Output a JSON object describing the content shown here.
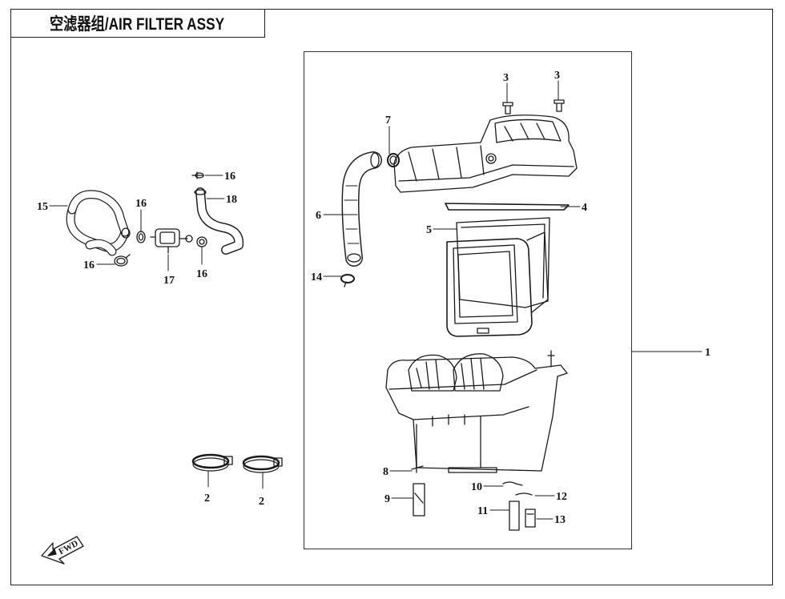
{
  "title": "空滤器组/AIR FILTER ASSY",
  "fwd_label": "FWD",
  "callouts": {
    "c1": "1",
    "c2a": "2",
    "c2b": "2",
    "c3a": "3",
    "c3b": "3",
    "c4": "4",
    "c5": "5",
    "c6": "6",
    "c7": "7",
    "c8": "8",
    "c9": "9",
    "c10": "10",
    "c11": "11",
    "c12": "12",
    "c13": "13",
    "c14": "14",
    "c15": "15",
    "c16a": "16",
    "c16b": "16",
    "c16c": "16",
    "c16d": "16",
    "c17": "17",
    "c18": "18"
  }
}
